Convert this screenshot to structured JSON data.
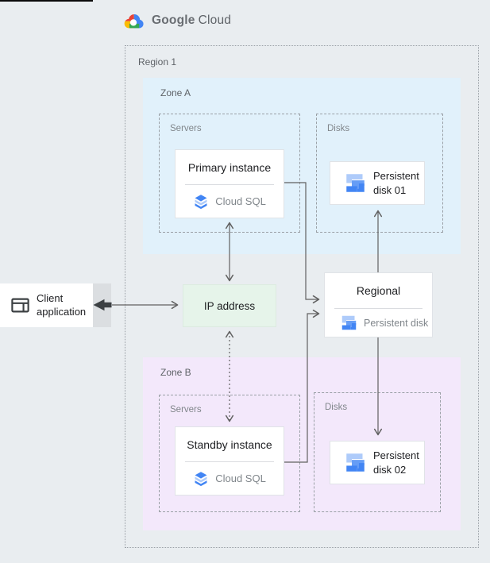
{
  "header": {
    "brand_icon": "google-cloud-logo",
    "brand_primary": "Google",
    "brand_secondary": "Cloud"
  },
  "diagram": {
    "region": {
      "label": "Region 1"
    },
    "zones": [
      {
        "label": "Zone A",
        "groups": [
          {
            "label": "Servers"
          },
          {
            "label": "Disks"
          }
        ]
      },
      {
        "label": "Zone B",
        "groups": [
          {
            "label": "Servers"
          },
          {
            "label": "Disks"
          }
        ]
      }
    ],
    "nodes": {
      "client": {
        "label": "Client application",
        "icon": "client-app-icon"
      },
      "ip": {
        "label": "IP address"
      },
      "primary": {
        "title": "Primary instance",
        "product": "Cloud SQL",
        "icon": "cloud-sql-icon"
      },
      "standby": {
        "title": "Standby instance",
        "product": "Cloud SQL",
        "icon": "cloud-sql-icon"
      },
      "regional": {
        "title": "Regional",
        "subtitle": "Persistent disk",
        "icon": "persistent-disk-icon"
      },
      "disk01": {
        "label": "Persistent disk 01",
        "icon": "persistent-disk-icon"
      },
      "disk02": {
        "label": "Persistent disk 02",
        "icon": "persistent-disk-icon"
      }
    },
    "connectors": [
      {
        "from": "client",
        "to": "ip",
        "style": "solid",
        "emphasis": "bold-arrow-left"
      },
      {
        "from": "primary",
        "to": "ip",
        "style": "solid",
        "bidirectional": true
      },
      {
        "from": "ip",
        "to": "standby",
        "style": "dotted",
        "bidirectional": true
      },
      {
        "from": "primary",
        "to": "regional",
        "style": "solid"
      },
      {
        "from": "standby",
        "to": "regional",
        "style": "solid"
      },
      {
        "from": "regional",
        "to": "disk01",
        "style": "solid"
      },
      {
        "from": "regional",
        "to": "disk02",
        "style": "solid"
      }
    ]
  },
  "colors": {
    "background": "#e9edf0",
    "zone_a_fill": "#e1f1fb",
    "zone_b_fill": "#f3e8fb",
    "ip_fill": "#e6f4ea",
    "card_fill": "#ffffff",
    "card_border": "#e0e3e7",
    "divider": "#dadce0",
    "connector": "#616161",
    "dashed_border": "#9aa0a6",
    "label_gray": "#5f6368",
    "muted_gray": "#80868b",
    "text_dark": "#202124",
    "google_blue": "#4285f4",
    "google_blue_light": "#669df6",
    "google_blue_pale": "#aecbfa",
    "google_red": "#ea4335",
    "google_yellow": "#fbbc04",
    "google_green": "#34a853"
  }
}
